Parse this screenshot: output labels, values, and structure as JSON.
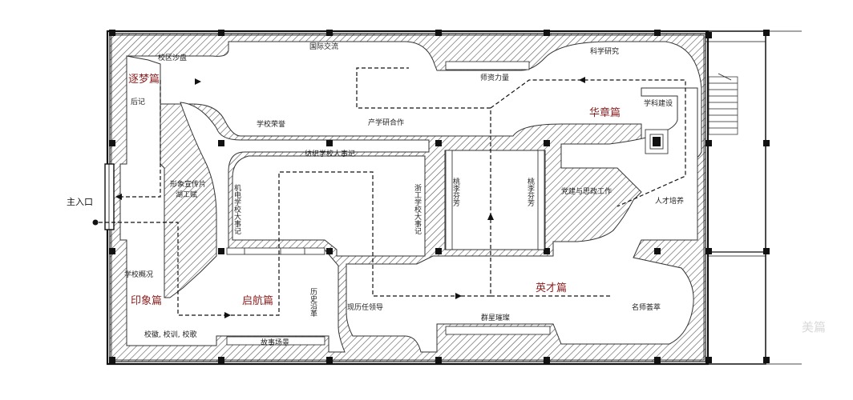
{
  "entrance": "主入口",
  "sections": {
    "zhumeng": "逐梦篇",
    "huazhang": "华章篇",
    "yinxiang": "印象篇",
    "qihang": "启航篇",
    "yingcai": "英才篇"
  },
  "zones": {
    "sandbox": "校区沙盘",
    "intl": "国际交流",
    "research": "科学研究",
    "faculty": "师资力量",
    "epilogue": "后记",
    "honors": "学校荣誉",
    "industry": "产学研合作",
    "discipline": "学科建设",
    "textile_events": "纺织学校大事记",
    "promo_film": "形象宣传片",
    "zhegong_fu": "湖工赋",
    "jidian_events": "机电学校大事记",
    "zhegong_events": "浙工学校大事记",
    "taoli_left": "桃李芬芳",
    "taoli_right": "桃李芬芳",
    "party": "党建与思政工作",
    "talent": "人才培养",
    "overview": "学校概况",
    "history_review": "历史沿革",
    "leaders": "现历任领导",
    "stars": "群星璀璨",
    "teachers": "名师荟萃",
    "emblem": "校徽, 校训, 校歌",
    "story": "故事场景"
  },
  "watermark": "美篇"
}
